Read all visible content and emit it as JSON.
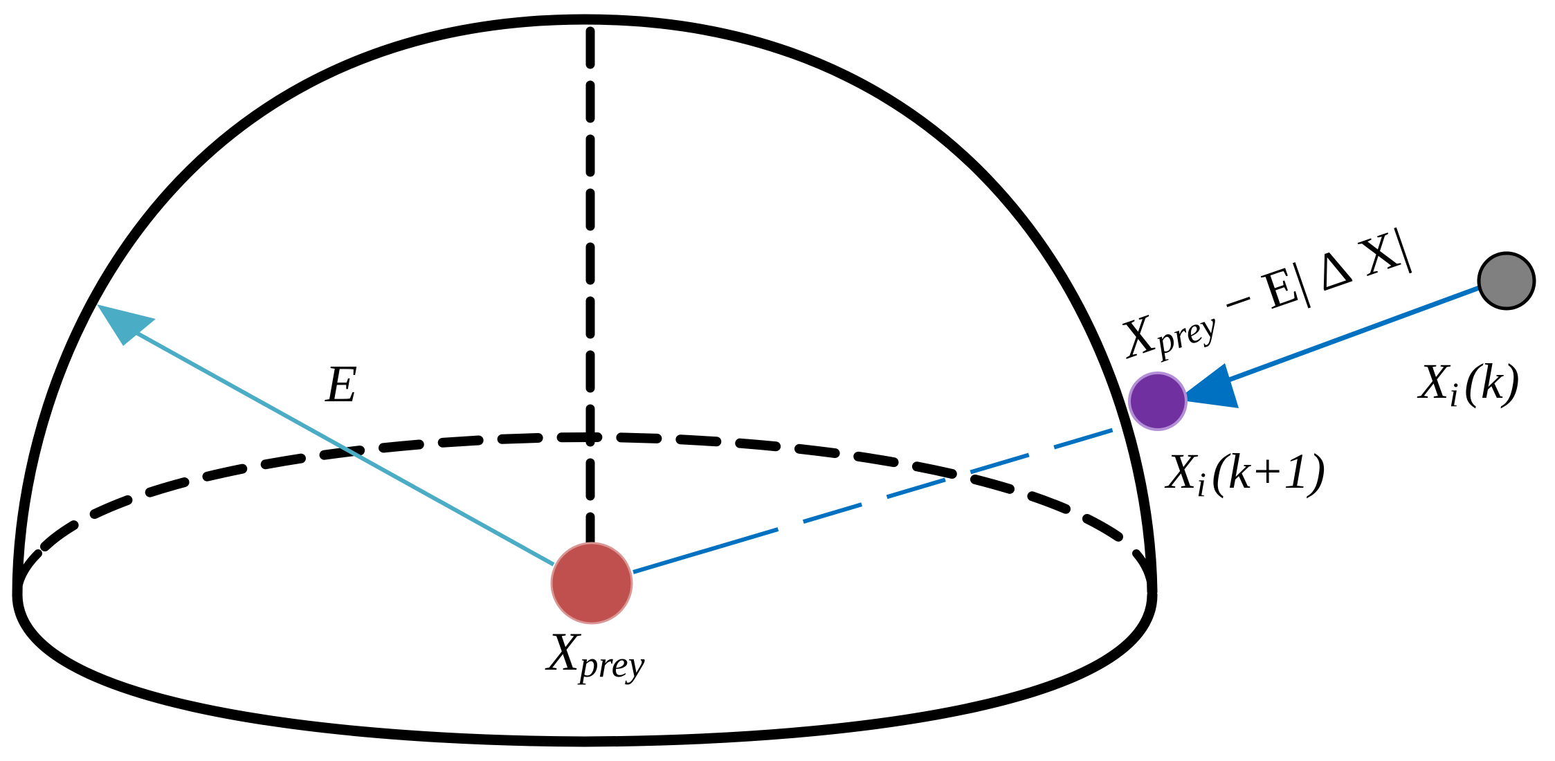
{
  "labels": {
    "e": "E",
    "x_prey_bottom": {
      "base": "X",
      "sub": "prey"
    },
    "x_prey_formula": {
      "base": "X",
      "sub": "prey",
      "rest": " − E| ∆ X|"
    },
    "xi_k": {
      "base": "X",
      "sub": "i",
      "arg": "(k)"
    },
    "xi_k1": {
      "base": "X",
      "sub": "i",
      "arg": "(k+1)"
    }
  },
  "colors": {
    "outline": "#000000",
    "vector_e": "#4BACC6",
    "vector_move": "#0070C0",
    "prey_point": "#C0504D",
    "new_position_point": "#7030A0",
    "old_position_point": "#808080"
  }
}
